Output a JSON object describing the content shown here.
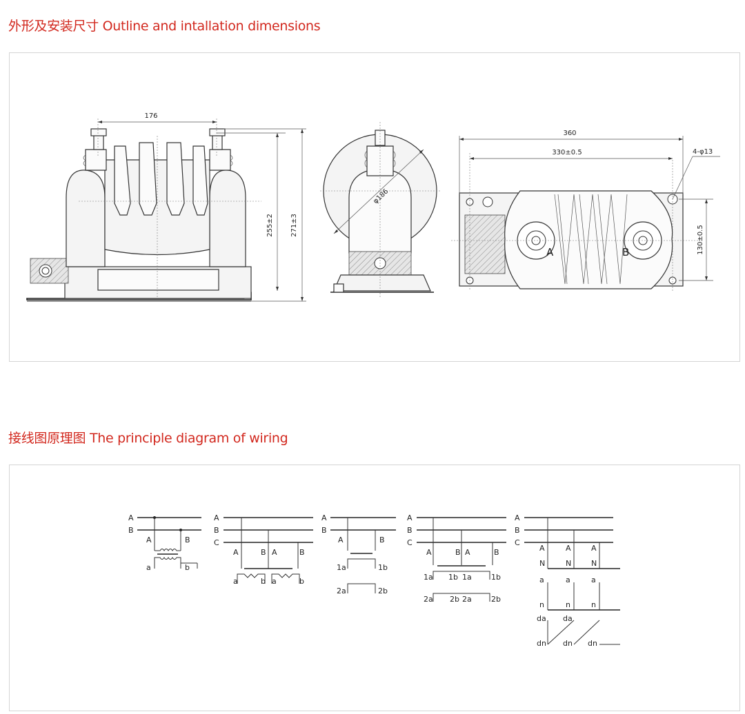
{
  "section1": {
    "title_cn": "外形及安装尺寸",
    "title_en": "Outline and intallation dimensions"
  },
  "section2": {
    "title_cn": "接线图原理图",
    "title_en": "The principle diagram of wiring"
  },
  "outline": {
    "front": {
      "width_dim": "176",
      "height_dim_1": "255±2",
      "height_dim_2": "271±3"
    },
    "side": {
      "diameter_dim": "φ186"
    },
    "top": {
      "length_dim": "360",
      "hole_spacing_dim": "330±0.5",
      "holes_dim": "4-φ13",
      "depth_dim": "130±0.5",
      "terminal_a": "A",
      "terminal_b": "B"
    }
  },
  "wiring": {
    "phase_labels": [
      "A",
      "B",
      "C"
    ],
    "diagram1": {
      "primary": [
        "A",
        "B"
      ],
      "secondary": [
        "a",
        "b"
      ]
    },
    "diagram2": {
      "primary": [
        "A",
        "B",
        "A",
        "B"
      ],
      "secondary": [
        "a",
        "b",
        "a",
        "b"
      ]
    },
    "diagram3": {
      "primary": [
        "A",
        "B"
      ],
      "secondary1": [
        "1a",
        "1b"
      ],
      "secondary2": [
        "2a",
        "2b"
      ]
    },
    "diagram4": {
      "primary": [
        "A",
        "B",
        "A",
        "B"
      ],
      "secondary1": [
        "1a",
        "1b",
        "1a",
        "1b"
      ],
      "secondary2": [
        "2a",
        "2b",
        "2a",
        "2b"
      ]
    },
    "diagram5": {
      "primary_top": [
        "A",
        "A",
        "A"
      ],
      "primary_bottom": [
        "N",
        "N",
        "N"
      ],
      "sec_top": [
        "a",
        "a",
        "a"
      ],
      "sec_bottom": [
        "n",
        "n",
        "n"
      ],
      "res_top": [
        "da",
        "da"
      ],
      "res_bottom": [
        "dn",
        "dn",
        "dn"
      ]
    }
  }
}
